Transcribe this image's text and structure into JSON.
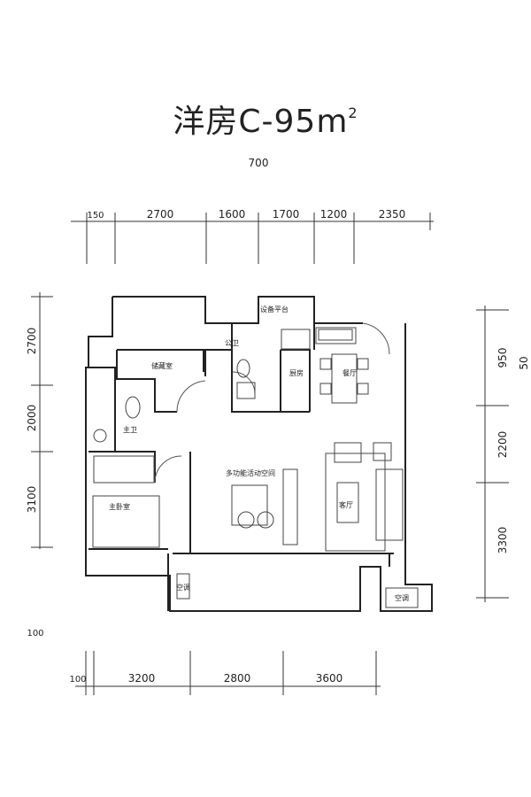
{
  "title": {
    "text": "洋房C-95m",
    "sup": "2"
  },
  "dims_top_overall": "700",
  "dims_top_small": "150",
  "dims_top": [
    "2700",
    "1600",
    "1700",
    "1200",
    "2350"
  ],
  "dims_left": [
    "2700",
    "2000",
    "3100"
  ],
  "dims_right": [
    "950",
    "2200",
    "3300"
  ],
  "dims_right_extra": "50",
  "dims_bottom": [
    "3200",
    "2800",
    "3600"
  ],
  "dims_bottom_small": "100",
  "dims_bottom_overall": "100",
  "rooms": {
    "equipment_platform": "设备平台",
    "public_bath": "公卫",
    "storage": "储藏室",
    "kitchen": "厨房",
    "dining": "餐厅",
    "master_bath": "主卫",
    "multi_room": "多功能活动空间",
    "living": "客厅",
    "master_bedroom": "主卧室",
    "ac_left": "空调",
    "ac_right": "空调"
  }
}
